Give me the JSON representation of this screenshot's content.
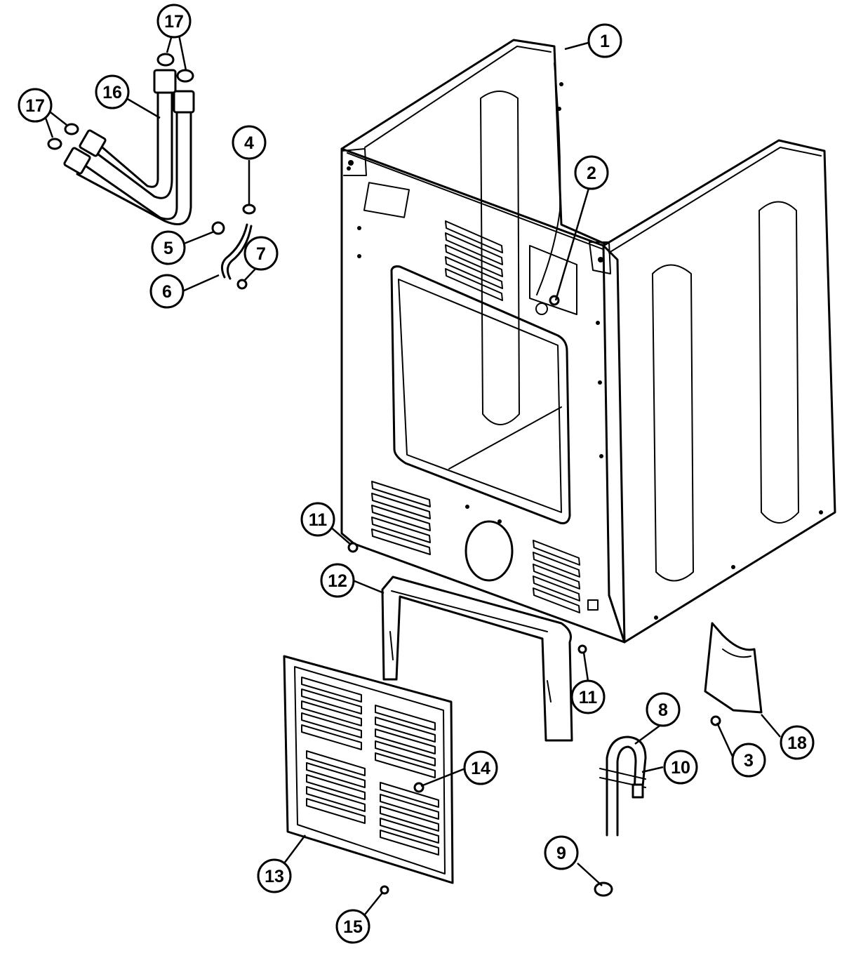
{
  "diagram": {
    "callouts": [
      {
        "id": "c1",
        "label": "1"
      },
      {
        "id": "c2",
        "label": "2"
      },
      {
        "id": "c3",
        "label": "3"
      },
      {
        "id": "c4",
        "label": "4"
      },
      {
        "id": "c5",
        "label": "5"
      },
      {
        "id": "c6",
        "label": "6"
      },
      {
        "id": "c7",
        "label": "7"
      },
      {
        "id": "c8",
        "label": "8"
      },
      {
        "id": "c9",
        "label": "9"
      },
      {
        "id": "c10",
        "label": "10"
      },
      {
        "id": "c11a",
        "label": "11"
      },
      {
        "id": "c11b",
        "label": "11"
      },
      {
        "id": "c12",
        "label": "12"
      },
      {
        "id": "c13",
        "label": "13"
      },
      {
        "id": "c14",
        "label": "14"
      },
      {
        "id": "c15",
        "label": "15"
      },
      {
        "id": "c16",
        "label": "16"
      },
      {
        "id": "c17a",
        "label": "17"
      },
      {
        "id": "c17b",
        "label": "17"
      },
      {
        "id": "c18",
        "label": "18"
      }
    ]
  }
}
